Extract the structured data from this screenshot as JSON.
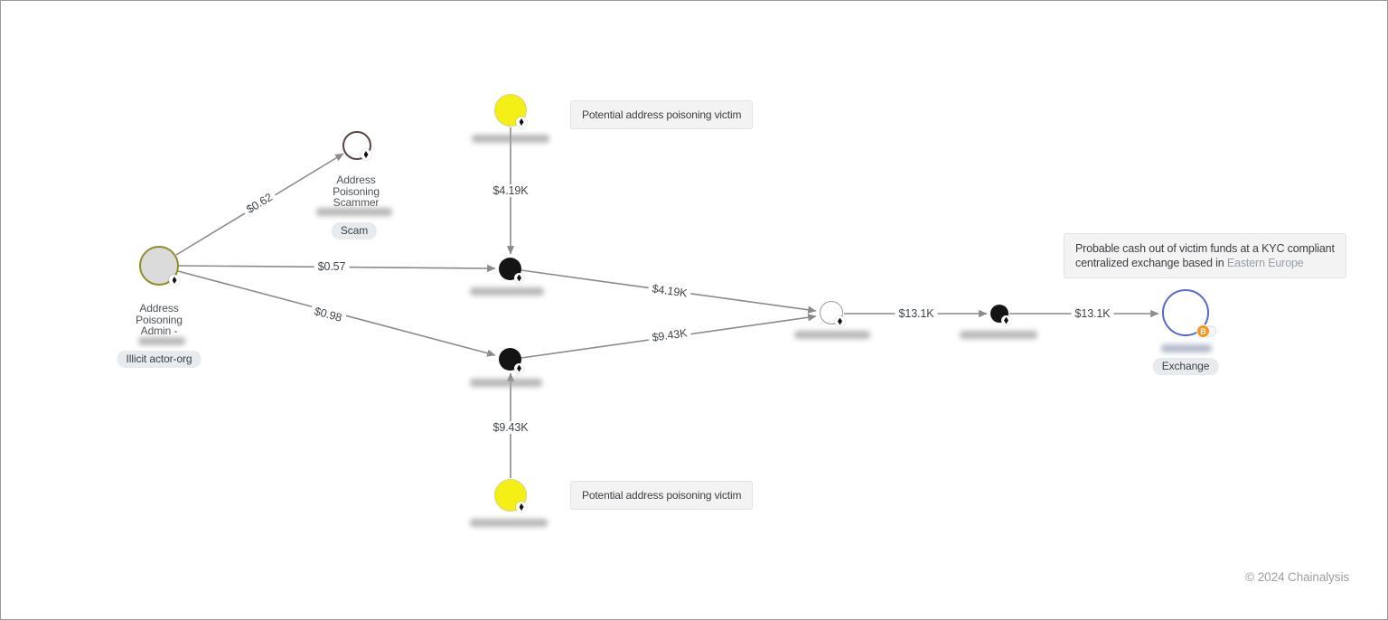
{
  "graph": {
    "nodes": {
      "admin": {
        "label": "Address Poisoning Admin -",
        "category": "Illicit actor-org"
      },
      "scammer": {
        "label": "Address Poisoning Scammer",
        "category": "Scam"
      },
      "victim_top": {
        "type": "potential victim wallet"
      },
      "victim_bottom": {
        "type": "potential victim wallet"
      },
      "intermediary_1": {
        "type": "intermediary wallet"
      },
      "intermediary_2": {
        "type": "intermediary wallet"
      },
      "consolidation": {
        "type": "consolidation wallet"
      },
      "passthrough": {
        "type": "pass-through wallet"
      },
      "exchange": {
        "category": "Exchange",
        "asset_badge": "B"
      }
    },
    "edges": [
      {
        "from": "admin",
        "to": "scammer",
        "label": "$0.62"
      },
      {
        "from": "admin",
        "to": "intermediary_1",
        "label": "$0.57"
      },
      {
        "from": "admin",
        "to": "intermediary_2",
        "label": "$0.98"
      },
      {
        "from": "victim_top",
        "to": "intermediary_1",
        "label": "$4.19K"
      },
      {
        "from": "intermediary_1",
        "to": "consolidation",
        "label": "$4.19K"
      },
      {
        "from": "intermediary_2",
        "to": "consolidation",
        "label": "$9.43K"
      },
      {
        "from": "victim_bottom",
        "to": "intermediary_2",
        "label": "$9.43K"
      },
      {
        "from": "consolidation",
        "to": "passthrough",
        "label": "$13.1K"
      },
      {
        "from": "passthrough",
        "to": "exchange",
        "label": "$13.1K"
      }
    ],
    "annotations": [
      {
        "text": "Potential address poisoning victim"
      },
      {
        "text": "Potential address poisoning victim"
      },
      {
        "line1": "Probable cash out of victim funds at a KYC compliant",
        "line2_main": "centralized exchange based in ",
        "line2_muted": "Eastern Europe"
      }
    ]
  },
  "footer": {
    "copyright": "© 2024 Chainalysis"
  },
  "colors": {
    "victim_fill": "#f4ef15",
    "admin_border": "#8f8d25",
    "admin_fill": "#dbdbdb",
    "scammer_border": "#594343",
    "exchange_border": "#5868cf",
    "bitcoin_badge": "#f7941c",
    "edge": "#8b8b8b",
    "note_background": "#f3f3f4",
    "pill_background": "#e8ebee"
  }
}
